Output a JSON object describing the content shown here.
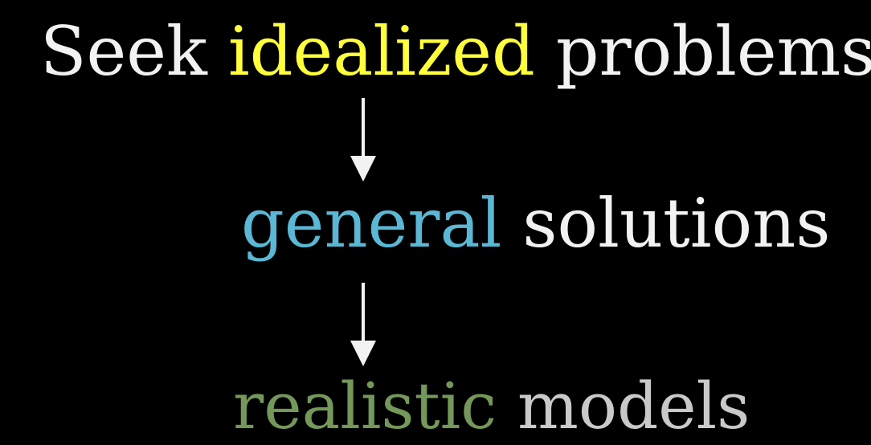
{
  "lines": {
    "first": {
      "word1": "Seek",
      "word2": "idealized",
      "word3": "problems"
    },
    "second": {
      "word1": "general",
      "word2": "solutions"
    },
    "third": {
      "word1": "realistic",
      "word2": "models"
    }
  },
  "colors": {
    "background": "#000000",
    "white": "#f2f2f2",
    "yellow": "#ffff3b",
    "blue": "#5ab8d4",
    "green": "#74975a",
    "gray": "#c9c9c9"
  },
  "icons": {
    "arrow1": "arrow-down-icon",
    "arrow2": "arrow-down-icon"
  }
}
